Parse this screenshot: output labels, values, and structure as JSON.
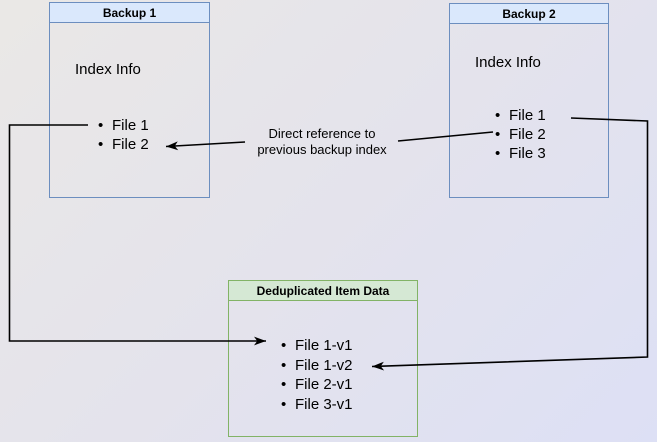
{
  "diagram": {
    "backup1": {
      "title": "Backup 1",
      "subtitle": "Index Info",
      "items": [
        "File 1",
        "File 2"
      ]
    },
    "backup2": {
      "title": "Backup 2",
      "subtitle": "Index Info",
      "items": [
        "File 1",
        "File 2",
        "File 3"
      ]
    },
    "dedup": {
      "title": "Deduplicated Item Data",
      "items": [
        "File 1-v1",
        "File 1-v2",
        "File 2-v1",
        "File 3-v1"
      ]
    },
    "annotation": {
      "line1": "Direct reference to",
      "line2": "previous backup index"
    },
    "colors": {
      "backup_fill": "#dae8fc",
      "backup_stroke": "#6c8ebf",
      "dedup_fill": "#d5e8d4",
      "dedup_stroke": "#82b366",
      "arrow": "#000000"
    }
  }
}
